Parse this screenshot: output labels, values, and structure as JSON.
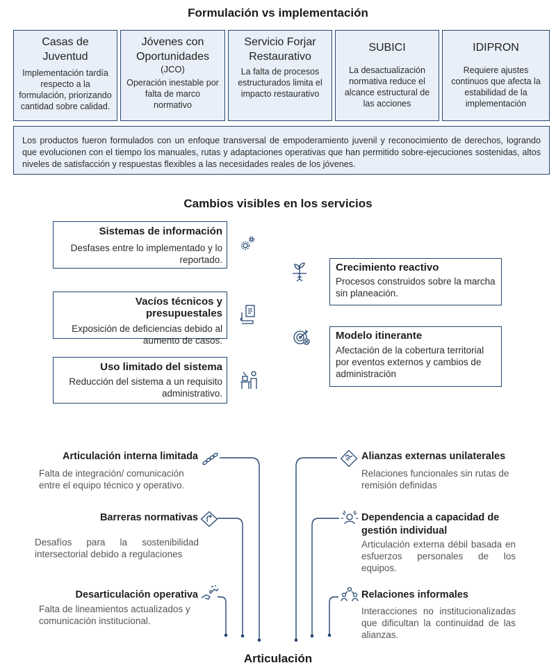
{
  "formulacion": {
    "title": "Formulación vs implementación",
    "cards": [
      {
        "title": "Casas de Juventud",
        "subtitle": "",
        "desc": "Implementación tardía respecto a la formulación, priorizando cantidad sobre calidad."
      },
      {
        "title": "Jóvenes con Oportunidades",
        "subtitle": "(JCO)",
        "desc": "Operación inestable por falta de marco normativo"
      },
      {
        "title": "Servicio Forjar Restaurativo",
        "subtitle": "",
        "desc": "La falta de procesos estructurados limita el impacto restaurativo"
      },
      {
        "title": "SUBICI",
        "subtitle": "",
        "desc": "La desactualización normativa reduce el alcance estructural de las acciones"
      },
      {
        "title": "IDIPRON",
        "subtitle": "",
        "desc": "Requiere ajustes continuos que afecta la estabilidad de la implementación"
      }
    ],
    "summary": "Los productos fueron formulados con un enfoque transversal de empoderamiento juvenil y reconocimiento de derechos, logrando que evolucionen con el tiempo los manuales, rutas y adaptaciones operativas que han permitido sobre-ejecuciones sostenidas, altos niveles de satisfacción y respuestas flexibles a las necesidades reales de los jóvenes."
  },
  "cambios": {
    "title": "Cambios visibles en los servicios",
    "left": [
      {
        "title": "Sistemas de información",
        "desc": "Desfases entre lo implementado y lo reportado.",
        "icon": "gears-icon"
      },
      {
        "title": "Vacíos técnicos y presupuestales",
        "desc": "Exposición de deficiencias debido al aumento de casos.",
        "icon": "report-icon"
      },
      {
        "title": "Uso limitado del sistema",
        "desc": "Reducción del sistema a un requisito administrativo.",
        "icon": "desk-worker-icon"
      }
    ],
    "right": [
      {
        "title": "Crecimiento reactivo",
        "desc": "Procesos construidos sobre la marcha sin planeación.",
        "icon": "sprout-icon"
      },
      {
        "title": "Modelo itinerante",
        "desc": "Afectación de la cobertura territorial por eventos externos y cambios de administración",
        "icon": "target-miss-icon"
      }
    ]
  },
  "articulacion": {
    "title": "Articulación",
    "left": [
      {
        "title": "Articulación interna limitada",
        "desc": "Falta de integración/ comunicación entre el equipo técnico y operativo.",
        "icon": "chain-icon"
      },
      {
        "title": "Barreras normativas",
        "desc": "Desafíos para la sostenibilidad intersectorial debido a regulaciones",
        "icon": "road-sign-icon"
      },
      {
        "title": "Desarticulación operativa",
        "desc": "Falta de lineamientos actualizados y comunicación institucional.",
        "icon": "broken-handshake-icon"
      }
    ],
    "right": [
      {
        "title": "Alianzas externas unilaterales",
        "desc": "Relaciones funcionales sin rutas de remisión definidas",
        "icon": "handshake-diamond-icon"
      },
      {
        "title": "Dependencia a capacidad de gestión individual",
        "desc": "Articulación externa débil basada en esfuerzos personales de los equipos.",
        "icon": "effort-icon"
      },
      {
        "title": "Relaciones informales",
        "desc": "Interacciones no institucionalizadas que dificultan la continuidad de las alianzas.",
        "icon": "people-network-icon"
      }
    ]
  },
  "colors": {
    "navy": "#24466f",
    "card_fill": "#e9eff8"
  }
}
